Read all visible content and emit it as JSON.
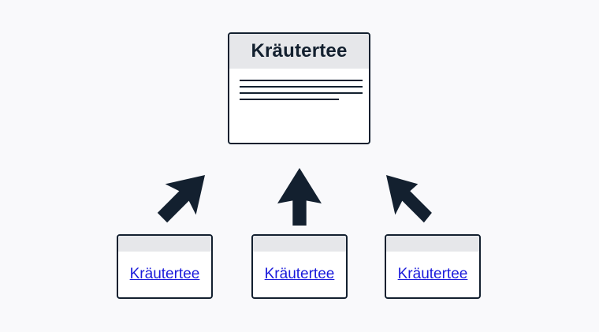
{
  "colors": {
    "background": "#f9f9fb",
    "ink": "#13202f",
    "header_fill": "#e6e7ea",
    "link": "#1a1adb"
  },
  "main_card": {
    "title": "Kräutertee"
  },
  "source_cards": [
    {
      "link_text": "Kräutertee"
    },
    {
      "link_text": "Kräutertee"
    },
    {
      "link_text": "Kräutertee"
    }
  ]
}
